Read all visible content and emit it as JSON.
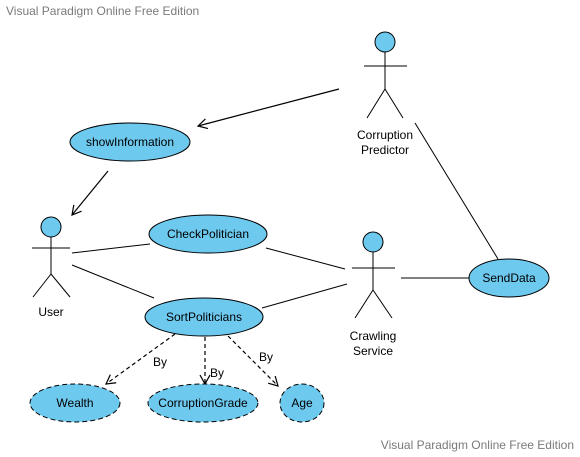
{
  "watermark": {
    "top": "Visual Paradigm Online Free Edition",
    "bottom": "Visual Paradigm Online Free Edition"
  },
  "colors": {
    "usecase_fill": "#6ec9ef",
    "stroke": "#000000"
  },
  "actors": {
    "user": "User",
    "corruption_predictor_line1": "Corruption",
    "corruption_predictor_line2": "Predictor",
    "crawling_service_line1": "Crawling",
    "crawling_service_line2": "Service"
  },
  "usecases": {
    "show_information": "showInformation",
    "check_politician": "CheckPolitician",
    "sort_politicians": "SortPoliticians",
    "send_data": "SendData",
    "wealth": "Wealth",
    "corruption_grade": "CorruptionGrade",
    "age": "Age"
  },
  "relations": {
    "by_wealth": "By",
    "by_corruption_grade": "By",
    "by_age": "By"
  }
}
